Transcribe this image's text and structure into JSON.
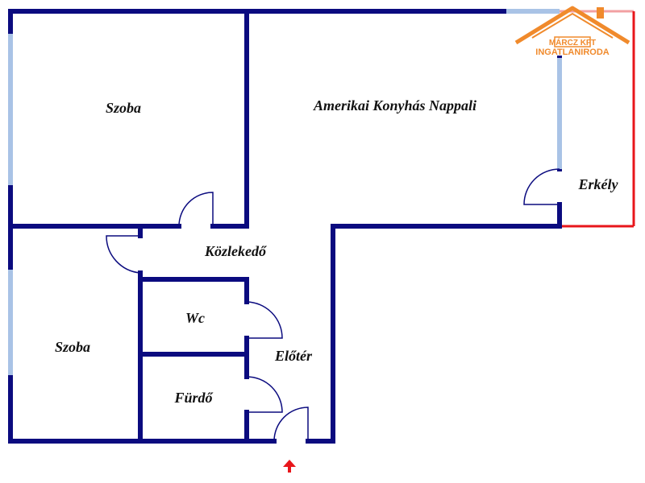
{
  "rooms": {
    "room_top_left": "Szoba",
    "living_room": "Amerikai Konyhás Nappali",
    "balcony": "Erkély",
    "hallway": "Közlekedő",
    "wc": "Wc",
    "room_bottom_left": "Szoba",
    "foyer": "Előtér",
    "bathroom": "Fürdő"
  },
  "logo": {
    "company": "MÁRCZ KFT",
    "subtitle": "INGATLANIRODA",
    "color": "#f08a2c"
  },
  "colors": {
    "wall": "#0b0b7f",
    "window": "#a9c3e6",
    "balcony": "#e8161b",
    "entrance_arrow": "#e8161b"
  },
  "icons": {
    "entrance": "entrance-arrow-icon",
    "logo": "house-roof-icon"
  }
}
